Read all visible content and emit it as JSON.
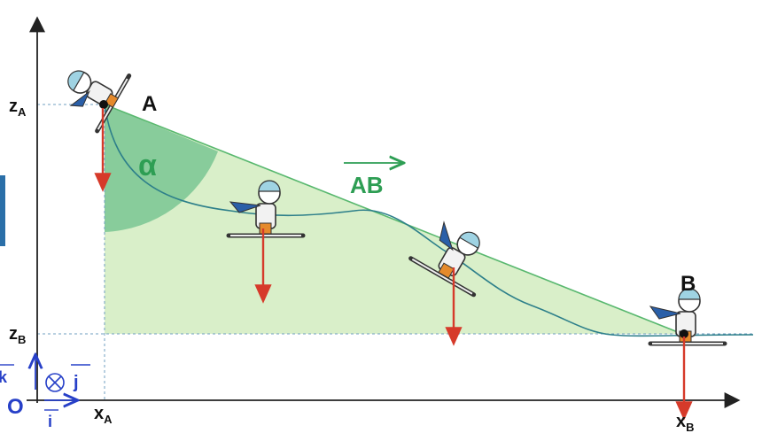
{
  "labels": {
    "point_a": "A",
    "point_b": "B",
    "angle": "α",
    "vector": "AB",
    "z_a_main": "z",
    "z_a_sub": "A",
    "z_b_main": "z",
    "z_b_sub": "B",
    "x_a_main": "x",
    "x_a_sub": "A",
    "x_b_main": "x",
    "x_b_sub": "B",
    "origin": "O",
    "unit_i": "i",
    "unit_j": "j",
    "unit_k": "k"
  },
  "colors": {
    "axis": "#222222",
    "slope_fill": "#d9efc9",
    "angle_fill": "#6cc08b",
    "vector": "#2e9e54",
    "weight_arrow": "#d63a2a",
    "path": "#2d7f8a",
    "guide": "#6f9fc0",
    "basis": "#2740c8"
  },
  "icons": [
    "skier-icon",
    "skier-icon",
    "skier-icon",
    "skier-icon"
  ]
}
